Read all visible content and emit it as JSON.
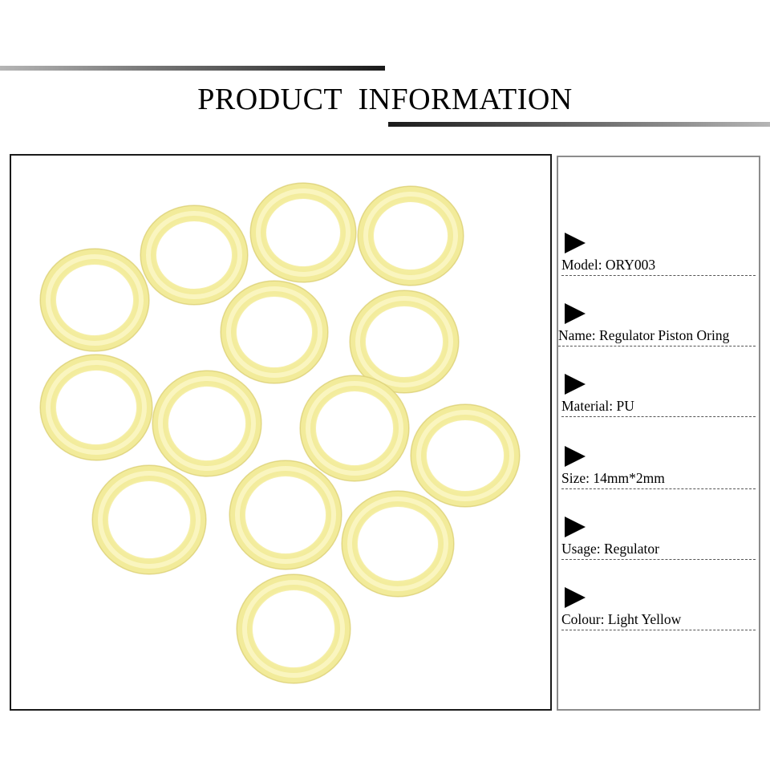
{
  "header": {
    "title": "PRODUCT  INFORMATION"
  },
  "photo": {
    "ring_color": "#f3ec9c",
    "ring_highlight": "#fbf7c8",
    "ring_shadow": "#ddd27a"
  },
  "info": {
    "items": [
      {
        "text": "Model: ORY003"
      },
      {
        "text": "Name: Regulator Piston Oring"
      },
      {
        "text": "Material: PU"
      },
      {
        "text": "Size: 14mm*2mm"
      },
      {
        "text": "Usage: Regulator"
      },
      {
        "text": "Colour: Light Yellow"
      }
    ]
  }
}
